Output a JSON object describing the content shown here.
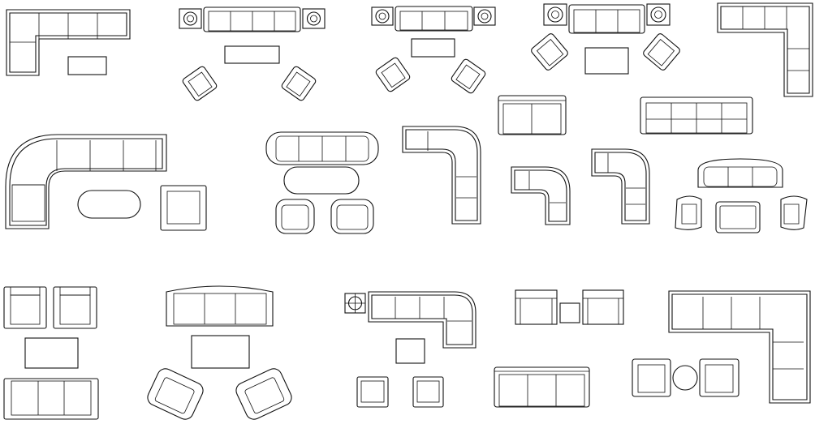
{
  "sheet": {
    "background": "#ffffff",
    "stroke_color": "#111111",
    "blocks": [
      {
        "id": "corner-sofa-a",
        "kind": "l-sofa"
      },
      {
        "id": "living-set-1",
        "kind": "sofa-with-lamps-and-armchairs"
      },
      {
        "id": "living-set-2",
        "kind": "sofa-with-lamps-and-armchairs"
      },
      {
        "id": "living-set-3",
        "kind": "sofa-with-lamps-and-armchairs"
      },
      {
        "id": "corner-sofa-b",
        "kind": "l-sofa"
      },
      {
        "id": "loveseat-a",
        "kind": "two-seat-sofa"
      },
      {
        "id": "sofa-four-seat",
        "kind": "four-seat-sofa"
      },
      {
        "id": "curved-sectional-set",
        "kind": "curved-sectional"
      },
      {
        "id": "rounded-sofa-set",
        "kind": "rounded-sofa-group"
      },
      {
        "id": "curved-sofa-b",
        "kind": "curved-sectional"
      },
      {
        "id": "curved-sofa-small",
        "kind": "curved-sectional"
      },
      {
        "id": "curved-sofa-c",
        "kind": "curved-sectional"
      },
      {
        "id": "classic-set",
        "kind": "classic-sofa-group"
      },
      {
        "id": "armchair-pair-set",
        "kind": "armchairs-table-sofa"
      },
      {
        "id": "camelback-set",
        "kind": "sofa-table-armchairs"
      },
      {
        "id": "sectional-lamp-set",
        "kind": "sectional-with-lamp"
      },
      {
        "id": "armchairs-side-table",
        "kind": "armchair-pair"
      },
      {
        "id": "sofa-three-seat",
        "kind": "three-seat-sofa"
      },
      {
        "id": "large-sectional-set",
        "kind": "l-sectional-group"
      }
    ]
  }
}
